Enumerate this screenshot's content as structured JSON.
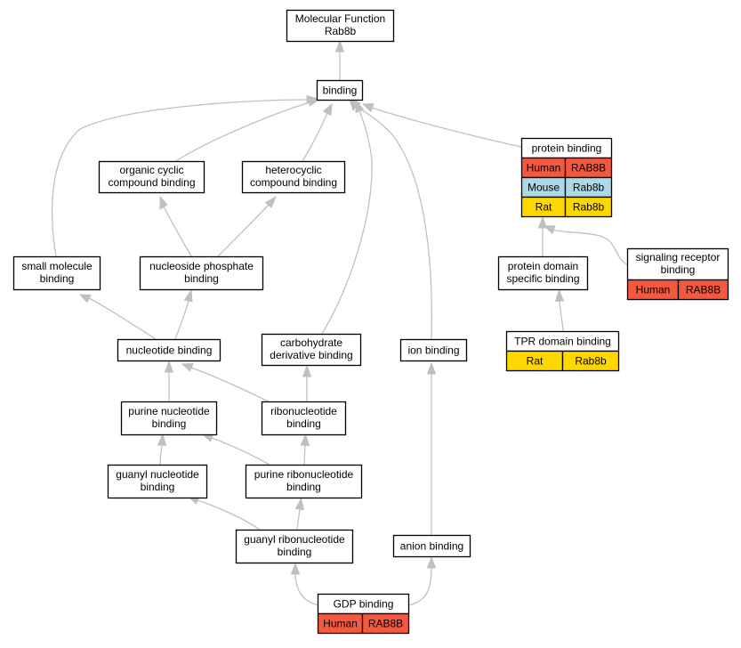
{
  "colors": {
    "human": "#f4593f",
    "mouse": "#add8e6",
    "rat": "#ffd700",
    "edge": "#c0c0c0",
    "border": "#000000"
  },
  "nodes": {
    "molecular_function": {
      "line1": "Molecular Function",
      "line2": "Rab8b"
    },
    "binding": {
      "line1": "binding"
    },
    "organic_cyclic": {
      "line1": "organic cyclic",
      "line2": "compound binding"
    },
    "heterocyclic": {
      "line1": "heterocyclic",
      "line2": "compound binding"
    },
    "protein_binding": {
      "line1": "protein binding",
      "rows": [
        {
          "species": "Human",
          "gene": "RAB8B"
        },
        {
          "species": "Mouse",
          "gene": "Rab8b"
        },
        {
          "species": "Rat",
          "gene": "Rab8b"
        }
      ]
    },
    "small_molecule": {
      "line1": "small molecule",
      "line2": "binding"
    },
    "nucleoside_phosphate": {
      "line1": "nucleoside phosphate",
      "line2": "binding"
    },
    "protein_domain_specific": {
      "line1": "protein domain",
      "line2": "specific binding"
    },
    "signaling_receptor": {
      "line1": "signaling receptor",
      "line2": "binding",
      "rows": [
        {
          "species": "Human",
          "gene": "RAB8B"
        }
      ]
    },
    "nucleotide": {
      "line1": "nucleotide binding"
    },
    "carbohydrate_derivative": {
      "line1": "carbohydrate",
      "line2": "derivative binding"
    },
    "ion": {
      "line1": "ion binding"
    },
    "tpr_domain": {
      "line1": "TPR domain binding",
      "rows": [
        {
          "species": "Rat",
          "gene": "Rab8b"
        }
      ]
    },
    "purine_nucleotide": {
      "line1": "purine nucleotide",
      "line2": "binding"
    },
    "ribonucleotide": {
      "line1": "ribonucleotide",
      "line2": "binding"
    },
    "guanyl_nucleotide": {
      "line1": "guanyl nucleotide",
      "line2": "binding"
    },
    "purine_ribonucleotide": {
      "line1": "purine ribonucleotide",
      "line2": "binding"
    },
    "guanyl_ribonucleotide": {
      "line1": "guanyl ribonucleotide",
      "line2": "binding"
    },
    "anion": {
      "line1": "anion binding"
    },
    "gdp": {
      "line1": "GDP binding",
      "rows": [
        {
          "species": "Human",
          "gene": "RAB8B"
        }
      ]
    }
  },
  "edges": [
    {
      "from": "binding",
      "to": "molecular_function"
    },
    {
      "from": "organic_cyclic",
      "to": "binding"
    },
    {
      "from": "heterocyclic",
      "to": "binding"
    },
    {
      "from": "protein_binding",
      "to": "binding"
    },
    {
      "from": "small_molecule",
      "to": "binding"
    },
    {
      "from": "carbohydrate_derivative",
      "to": "binding"
    },
    {
      "from": "ion",
      "to": "binding"
    },
    {
      "from": "nucleoside_phosphate",
      "to": "organic_cyclic"
    },
    {
      "from": "nucleoside_phosphate",
      "to": "heterocyclic"
    },
    {
      "from": "protein_domain_specific",
      "to": "protein_binding"
    },
    {
      "from": "signaling_receptor",
      "to": "protein_binding"
    },
    {
      "from": "nucleotide",
      "to": "small_molecule"
    },
    {
      "from": "nucleotide",
      "to": "nucleoside_phosphate"
    },
    {
      "from": "tpr_domain",
      "to": "protein_domain_specific"
    },
    {
      "from": "purine_nucleotide",
      "to": "nucleotide"
    },
    {
      "from": "ribonucleotide",
      "to": "nucleotide"
    },
    {
      "from": "ribonucleotide",
      "to": "carbohydrate_derivative"
    },
    {
      "from": "guanyl_nucleotide",
      "to": "purine_nucleotide"
    },
    {
      "from": "purine_ribonucleotide",
      "to": "purine_nucleotide"
    },
    {
      "from": "purine_ribonucleotide",
      "to": "ribonucleotide"
    },
    {
      "from": "guanyl_ribonucleotide",
      "to": "guanyl_nucleotide"
    },
    {
      "from": "guanyl_ribonucleotide",
      "to": "purine_ribonucleotide"
    },
    {
      "from": "anion",
      "to": "ion"
    },
    {
      "from": "gdp",
      "to": "guanyl_ribonucleotide"
    },
    {
      "from": "gdp",
      "to": "anion"
    }
  ]
}
